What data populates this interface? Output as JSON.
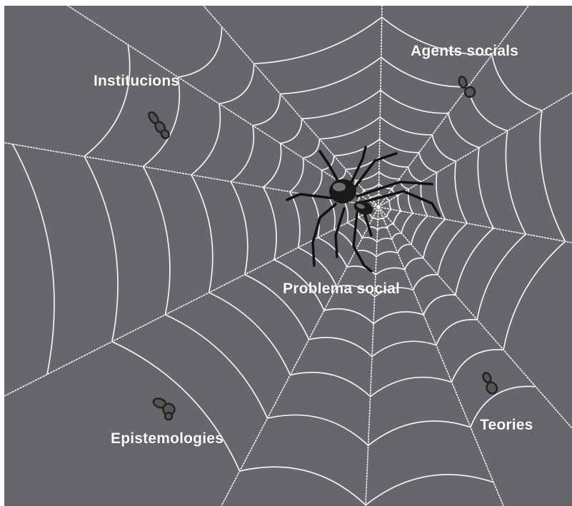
{
  "labels": {
    "center": "Problema social",
    "top_left": "Institucions",
    "top_right": "Agents socials",
    "bottom_left": "Epistemologies",
    "bottom_right": "Teories"
  },
  "icons": {
    "center": "spider-icon",
    "captured": "fly-wrapped-icon"
  },
  "colors": {
    "background": "#66676b",
    "web": "#f2f2f2",
    "text": "#ffffff"
  }
}
